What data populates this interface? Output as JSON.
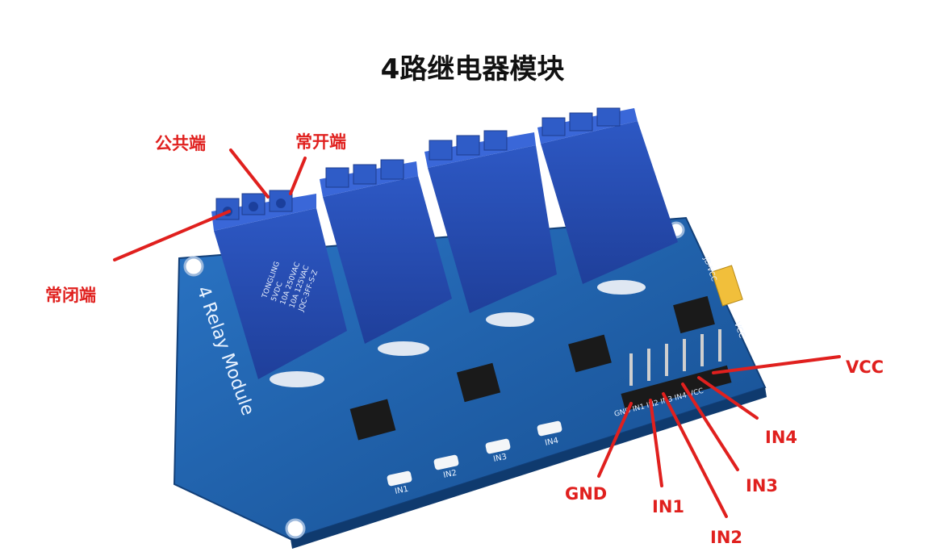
{
  "title": "4路继电器模块",
  "labels": {
    "common": "公共端",
    "normally_open": "常开端",
    "normally_closed": "常闭端",
    "vcc": "VCC",
    "in4": "IN4",
    "in3": "IN3",
    "in2": "IN2",
    "in1": "IN1",
    "gnd": "GND"
  },
  "board": {
    "silkscreen_name": "4 Relay Module",
    "input_labels": [
      "IN1",
      "IN2",
      "IN3",
      "IN4"
    ],
    "header_labels": "GND IN1 IN2 IN3 IN4 VCC",
    "jumper_labels": [
      "JD-VCC",
      "VCC"
    ]
  },
  "relay_marking": {
    "brand": "TONGLING",
    "voltage": "5VDC",
    "rating1": "10A 250VAC",
    "rating2": "10A 125VAC",
    "model": "JQC-3FF-S-Z"
  },
  "colors": {
    "board": "#1e5fa8",
    "relay": "#2f5cc7",
    "annotation": "#e0201e"
  }
}
